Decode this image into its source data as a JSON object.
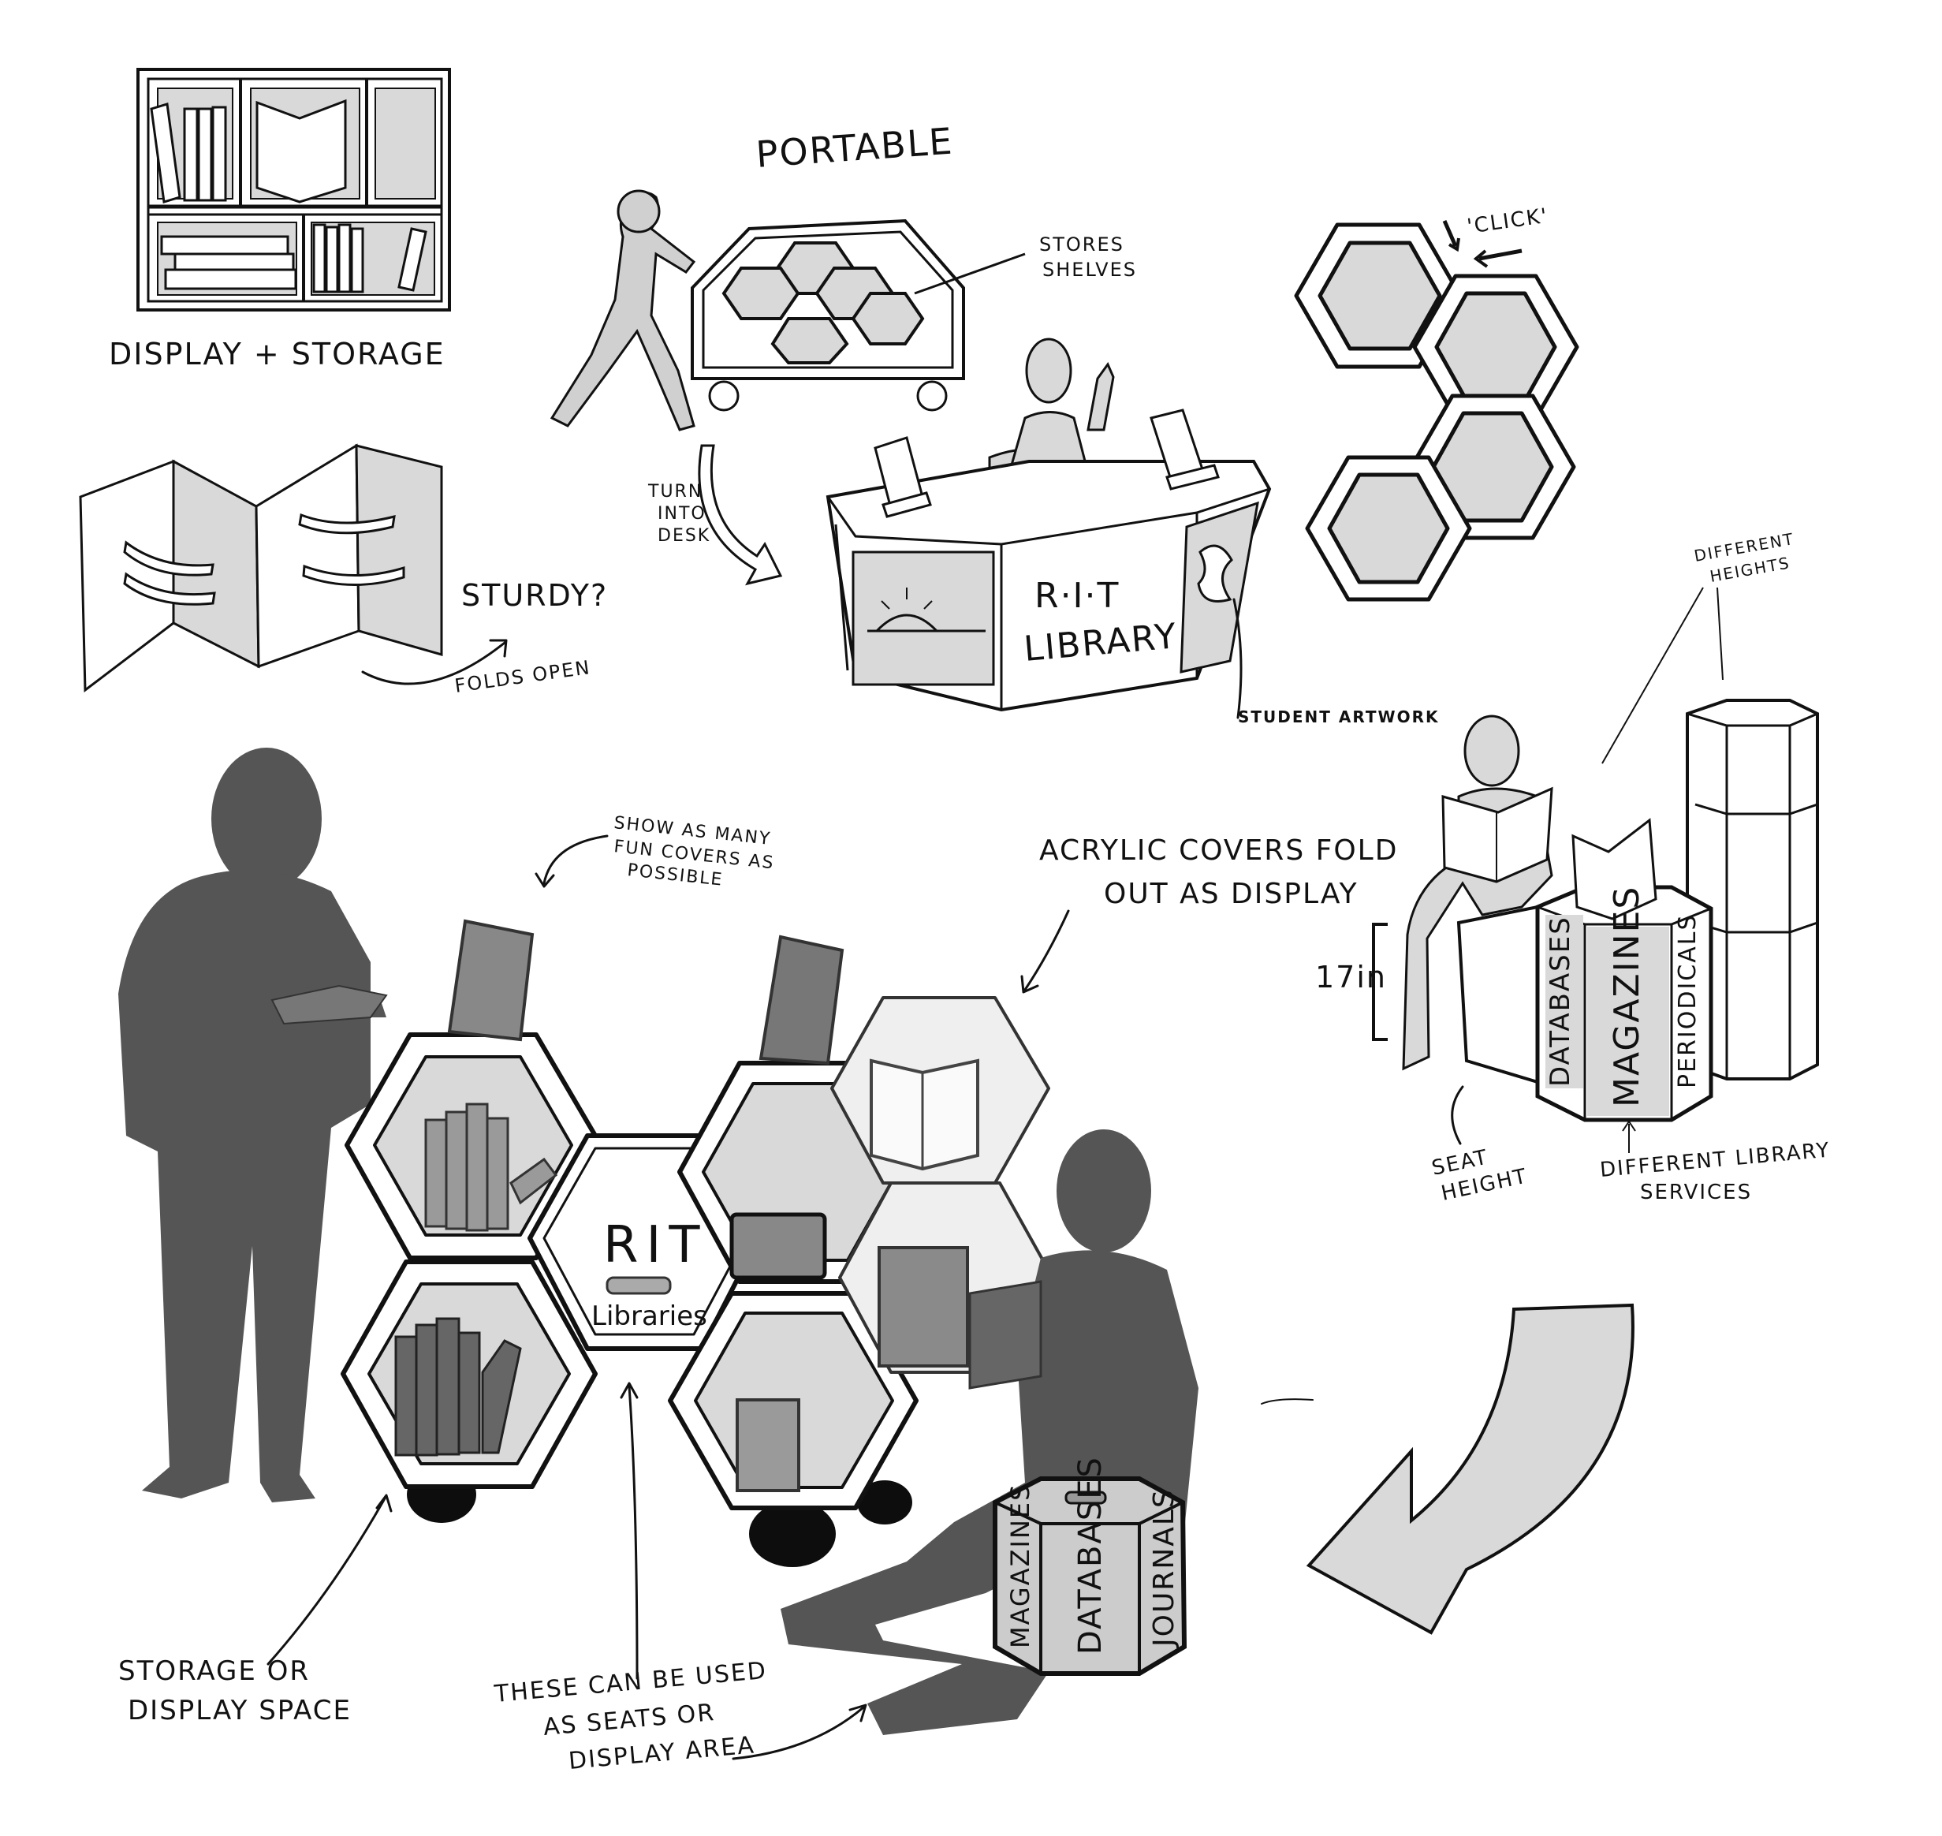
{
  "colors": {
    "ink": "#111111",
    "paper": "#ffffff",
    "panel_fill": "#d9d9d9",
    "silhouette": "#555555",
    "dark_fill": "#7a7a7a",
    "wheel": "#0d0d0d"
  },
  "sketches": {
    "display_storage": {
      "caption": "DISPLAY + STORAGE"
    },
    "folding": {
      "question": "STURDY?",
      "arrow_note": "FOLDS OPEN"
    },
    "portable": {
      "title": "PORTABLE",
      "stores_note_line1": "STORES",
      "stores_note_line2": "SHELVES",
      "turns_line1": "TURNS",
      "turns_line2": "INTO",
      "turns_line3": "DESK",
      "desk_sign_line1": "R·I·T",
      "desk_sign_line2": "LIBRARY",
      "artwork_note": "STUDENT ARTWORK"
    },
    "hex_click": {
      "click_note": "'CLICK'"
    },
    "seating": {
      "heights_line1": "DIFFERENT",
      "heights_line2": "HEIGHTS",
      "seat_measure": "17in",
      "seat_line1": "SEAT",
      "seat_line2": "HEIGHT",
      "services_line1": "DIFFERENT LIBRARY",
      "services_line2": "SERVICES",
      "column_label_1": "DATABASES",
      "column_label_2": "MAGAZINES",
      "column_label_3": "PERIODICALS"
    },
    "main_render": {
      "covers_line1": "SHOW AS MANY",
      "covers_line2": "FUN COVERS AS",
      "covers_line3": "POSSIBLE",
      "acrylic_line1": "ACRYLIC COVERS FOLD",
      "acrylic_line2": "OUT AS DISPLAY",
      "center_title": "RIT",
      "center_sub": "Libraries",
      "storage_line1": "STORAGE OR",
      "storage_line2": "DISPLAY SPACE",
      "seats_line1": "THESE CAN BE USED",
      "seats_line2": "AS SEATS OR",
      "seats_line3": "DISPLAY AREA",
      "stool_label_1": "MAGAZINES",
      "stool_label_2": "DATABASES",
      "stool_label_3": "JOURNALS"
    }
  }
}
